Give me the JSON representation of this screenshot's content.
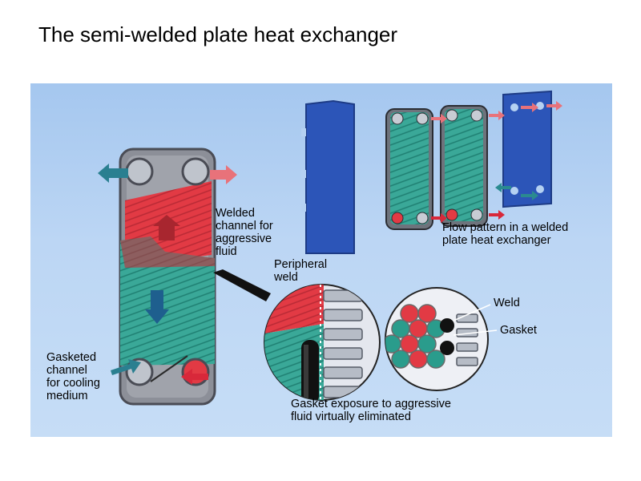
{
  "slide": {
    "title": "The semi-welded plate heat exchanger"
  },
  "labels": {
    "welded_channel": [
      "Welded",
      "channel for",
      "aggressive",
      "fluid"
    ],
    "gasketed_channel": [
      "Gasketed",
      "channel",
      "for cooling",
      "medium"
    ],
    "peripheral_weld": [
      "Peripheral",
      "weld"
    ],
    "flow_pattern": [
      "Flow pattern in a welded",
      "plate heat exchanger"
    ],
    "weld": "Weld",
    "gasket": "Gasket",
    "gasket_exposure": [
      "Gasket exposure to aggressive",
      "fluid virtually eliminated"
    ]
  },
  "colors": {
    "background_panel": "#b5d1f2",
    "aggressive_fluid": "#e23a44",
    "cooling_medium": "#2a9c8c",
    "frame_plate": "#2c55b8",
    "gasket": "#111111",
    "weld": "#4a4a4a",
    "plate_metal": "#8d8d95",
    "arrow_pink": "#e8727a",
    "arrow_teal": "#2a8a90"
  }
}
